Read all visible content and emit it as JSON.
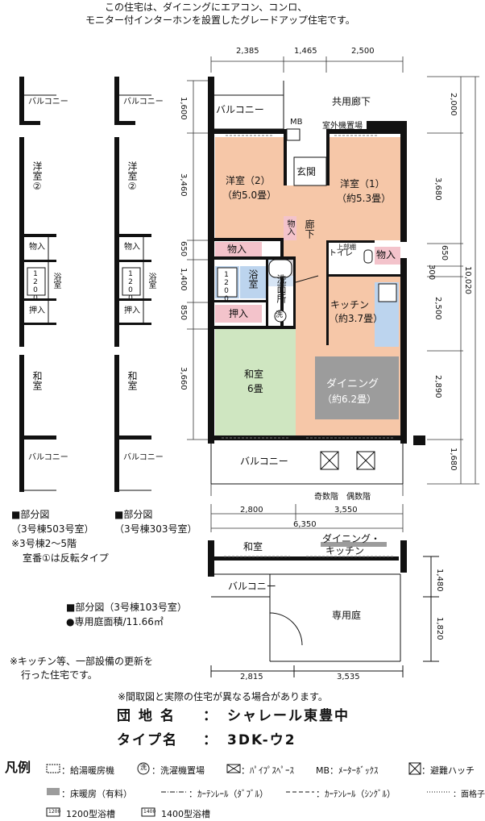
{
  "header": {
    "line1": "この住宅は、ダイニングにエアコン、コンロ、",
    "line2": "モニター付インターホンを設置したグレードアップ住宅です。"
  },
  "plan": {
    "dims_top": [
      "2,385",
      "1,465",
      "2,500"
    ],
    "dims_left": [
      "1,600",
      "3,460",
      "650",
      "1,400",
      "850",
      "3,660"
    ],
    "dims_right": [
      "2,000",
      "3,680",
      "650",
      "300",
      "2,500",
      "2,890",
      "1,680"
    ],
    "dim_total_right": "10,020",
    "dims_bottom": [
      "2,800",
      "3,550"
    ],
    "dim_total_bottom": "6,350",
    "rooms": {
      "balcony_top": "バルコニー",
      "corridor": "共用廊下",
      "mb": "MB",
      "outdoor_unit": "室外機置場",
      "genkan": "玄関",
      "western2_name": "洋室（2）",
      "western2_size": "（約5.0畳）",
      "western1_name": "洋室（1）",
      "western1_size": "（約5.3畳）",
      "storage_w2": "物入",
      "storage_hall": "物入",
      "hall": "廊下",
      "storage_w1": "物入",
      "toilet": "トイレ",
      "toilet_cabinet": "上部棚",
      "bath_tub": "1200",
      "bath": "浴室",
      "washroom": "洗面所",
      "washer": "洗",
      "kitchen_name": "キッチン",
      "kitchen_size": "（約3.7畳）",
      "closet": "押入",
      "washitsu_name": "和室",
      "washitsu_size": "6畳",
      "dining_name": "ダイニング",
      "dining_size": "（約6.2畳）",
      "balcony_bottom": "バルコニー",
      "odd_even": "奇数階　偶数階"
    }
  },
  "partials": {
    "left": {
      "balcony_top": "バルコニー",
      "western": "洋室②",
      "storage": "物入",
      "tub": "1200",
      "bath": "浴室",
      "closet": "押入",
      "washitsu": "和室",
      "balcony_bottom": "バルコニー",
      "caption1": "■部分図",
      "caption2": "（3号棟503号室）",
      "note1": "※3号棟2～5階",
      "note2": "室番①は反転タイプ"
    },
    "middle": {
      "balcony_top": "バルコニー",
      "western": "洋室②",
      "storage": "物入",
      "tub": "1200",
      "bath": "浴室",
      "closet": "押入",
      "washitsu": "和室",
      "balcony_bottom": "バルコニー",
      "caption1": "■部分図",
      "caption2": "（3号棟303号室）"
    },
    "ground": {
      "washitsu": "和室",
      "dining": "ダイニング・",
      "kitchen": "キッチン",
      "balcony": "バルコニー",
      "garden": "専用庭",
      "dims_right": [
        "1,480",
        "1,820"
      ],
      "dims_bottom": [
        "2,815",
        "3,535"
      ],
      "caption": "■部分図（3号棟103号室）",
      "garden_area": "●専用庭面積/11.66㎡"
    }
  },
  "notes": {
    "kitchen_update1": "※キッチン等、一部設備の更新を",
    "kitchen_update2": "行った住宅です。",
    "disclaimer": "※間取図と実際の住宅が異なる場合があります。"
  },
  "info": {
    "complex_label": "団 地 名",
    "complex_sep": "：",
    "complex_value": "シャレール東豊中",
    "type_label": "タイプ名",
    "type_sep": "：",
    "type_value": "3DK-ウ2"
  },
  "legend": {
    "title": "凡例",
    "items": [
      "：給湯暖房機",
      "：洗濯機置場",
      "：ﾊﾟｲﾌﾟｽﾍﾟｰｽ",
      "MB：ﾒｰﾀｰﾎﾞｯｸｽ",
      "：避難ハッチ",
      "：床暖房（有料）",
      "：ｶｰﾃﾝﾚｰﾙ（ﾀﾞﾌﾞﾙ）",
      "：ｶｰﾃﾝﾚｰﾙ（ｼﾝｸﾞﾙ）",
      "：面格子",
      "1200型浴槽",
      "1400型浴槽"
    ],
    "tub1200": "1200",
    "tub1400": "1400",
    "washer_symbol": "洗"
  },
  "colors": {
    "western_room": "#f6c7a8",
    "washitsu": "#cfe6c1",
    "bath_blue": "#bcd4ee",
    "storage_pink": "#f3c3cb",
    "dining_floor": "#9c9c9c",
    "wall": "#111111"
  }
}
